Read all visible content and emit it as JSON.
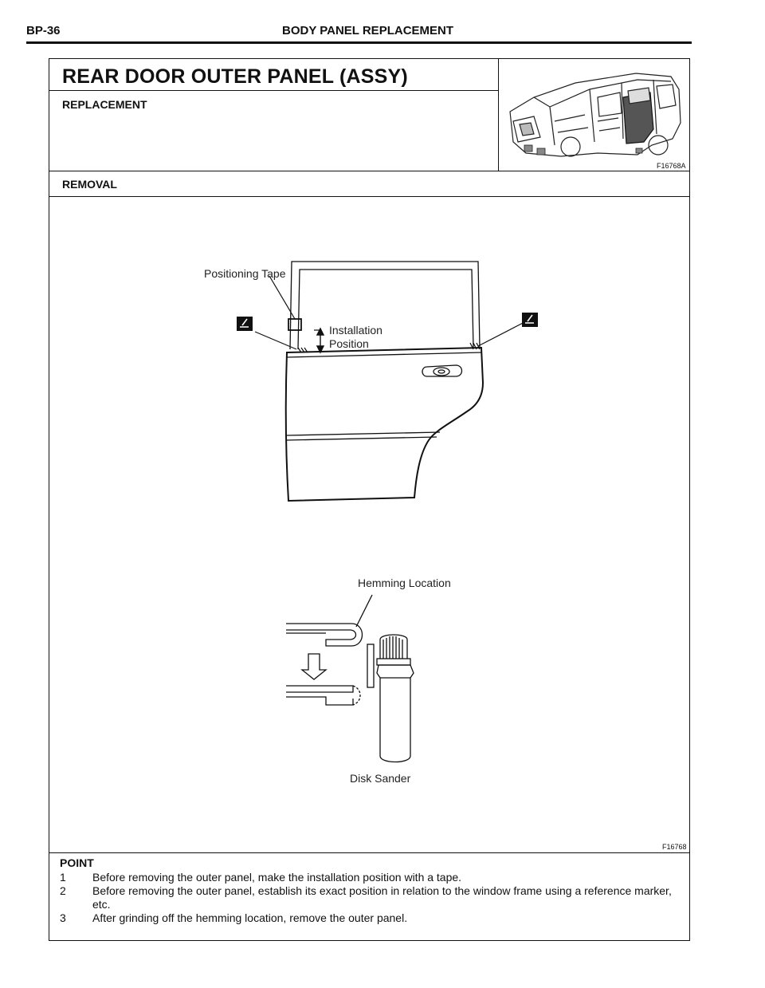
{
  "header": {
    "page_code": "BP-36",
    "section_title": "BODY PANEL REPLACEMENT"
  },
  "title_block": {
    "heading": "REAR DOOR OUTER PANEL (ASSY)",
    "subheading": "REPLACEMENT",
    "figure_id": "F16768A"
  },
  "removal": {
    "heading": "REMOVAL",
    "figure_id": "F16768",
    "labels": {
      "positioning_tape": "Positioning Tape",
      "installation_line1": "Installation",
      "installation_line2": "Position",
      "hemming_location": "Hemming Location",
      "disk_sander": "Disk Sander"
    }
  },
  "point": {
    "title": "POINT",
    "steps": [
      {
        "num": "1",
        "text": "Before removing the outer panel, make the installation position with a tape."
      },
      {
        "num": "2",
        "text": "Before removing the outer panel, establish its exact position in relation to the window frame using a reference marker, etc."
      },
      {
        "num": "3",
        "text": "After grinding off the hemming location, remove the outer panel."
      }
    ]
  }
}
